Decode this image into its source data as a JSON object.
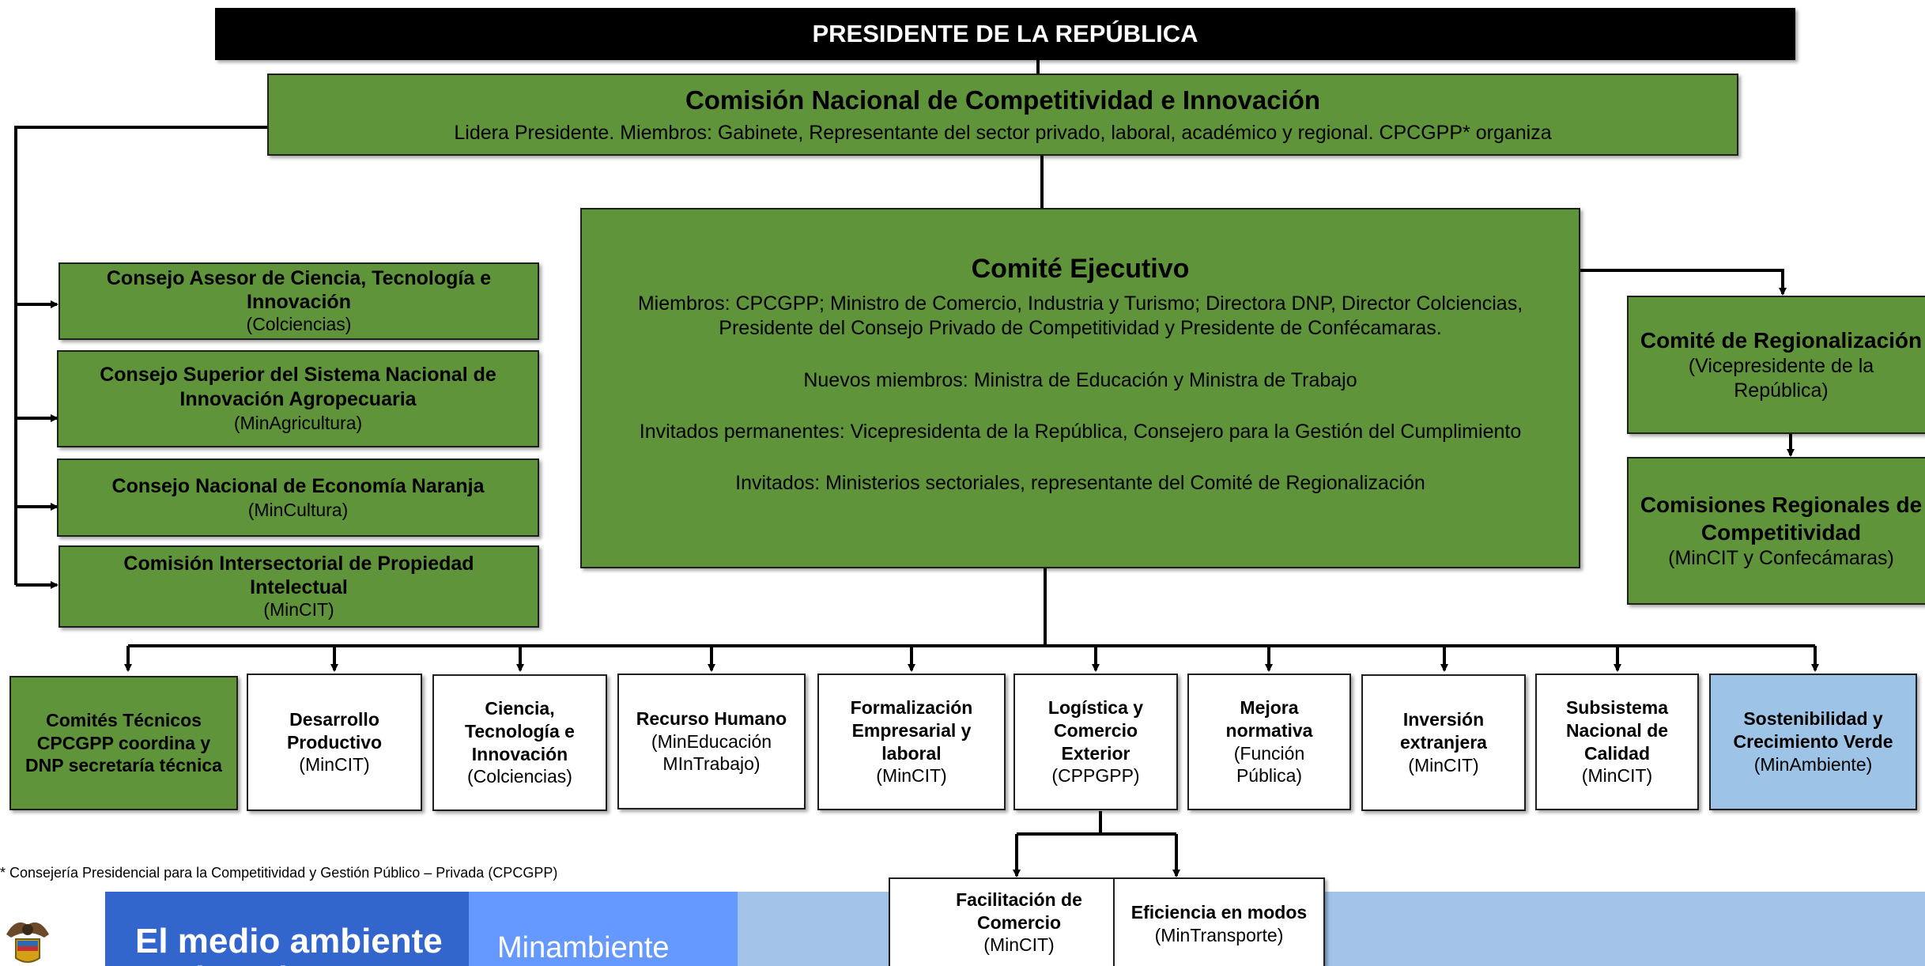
{
  "president": "PRESIDENTE DE LA REPÚBLICA",
  "comision_nacional": {
    "title": "Comisión Nacional de Competitividad e Innovación",
    "desc": "Lidera Presidente. Miembros: Gabinete, Representante del sector privado, laboral, académico y regional. CPCGPP* organiza"
  },
  "comite_ejecutivo": {
    "title": "Comité Ejecutivo",
    "members_1": "Miembros: CPCGPP; Ministro de Comercio, Industria y Turismo; Directora DNP, Director Colciencias,",
    "members_2": "Presidente del Consejo Privado de Competitividad y Presidente de Confécamaras.",
    "new_members": "Nuevos miembros: Ministra de Educación y Ministra de Trabajo",
    "permanent_guests": "Invitados permanentes: Vicepresidenta de la República, Consejero para la Gestión del Cumplimiento",
    "guests": "Invitados: Ministerios sectoriales, representante del Comité de Regionalización"
  },
  "left_councils": [
    {
      "title_1": "Consejo Asesor de Ciencia, Tecnología e",
      "title_2": "Innovación",
      "sub": "(Colciencias)"
    },
    {
      "title_1": "Consejo Superior del Sistema Nacional de",
      "title_2": "Innovación Agropecuaria",
      "sub": "(MinAgricultura)"
    },
    {
      "title_1": "Consejo Nacional de Economía Naranja",
      "title_2": "",
      "sub": "(MinCultura)"
    },
    {
      "title_1": "Comisión Intersectorial de Propiedad",
      "title_2": "Intelectual",
      "sub": "(MinCIT)"
    }
  ],
  "regional": {
    "comite_title": "Comité de Regionalización",
    "comite_sub_1": "(Vicepresidente de la",
    "comite_sub_2": "República)",
    "comisiones_title_1": "Comisiones Regionales de",
    "comisiones_title_2": "Competitividad",
    "comisiones_sub": "(MinCIT y Confecámaras)"
  },
  "committees": [
    {
      "l1": "Comités Técnicos",
      "l2": "CPCGPP coordina y",
      "l3": "DNP secretaría técnica",
      "sub1": "",
      "sub2": ""
    },
    {
      "l1": "Desarrollo",
      "l2": "Productivo",
      "l3": "",
      "sub1": "(MinCIT)",
      "sub2": ""
    },
    {
      "l1": "Ciencia,",
      "l2": "Tecnología e",
      "l3": "Innovación",
      "sub1": "(Colciencias)",
      "sub2": ""
    },
    {
      "l1": "Recurso Humano",
      "l2": "",
      "l3": "",
      "sub1": "(MinEducación",
      "sub2": "MInTrabajo)"
    },
    {
      "l1": "Formalización",
      "l2": "Empresarial y",
      "l3": "laboral",
      "sub1": "(MinCIT)",
      "sub2": ""
    },
    {
      "l1": "Logística y",
      "l2": "Comercio",
      "l3": "Exterior",
      "sub1": "(CPPGPP)",
      "sub2": ""
    },
    {
      "l1": "Mejora",
      "l2": "normativa",
      "l3": "",
      "sub1": "(Función",
      "sub2": "Pública)"
    },
    {
      "l1": "Inversión",
      "l2": "extranjera",
      "l3": "",
      "sub1": "(MinCIT)",
      "sub2": ""
    },
    {
      "l1": "Subsistema",
      "l2": "Nacional de",
      "l3": "Calidad",
      "sub1": "(MinCIT)",
      "sub2": ""
    },
    {
      "l1": "Sostenibilidad y",
      "l2": "Crecimiento Verde",
      "l3": "",
      "sub1": "(MinAmbiente)",
      "sub2": ""
    }
  ],
  "sub_committees": [
    {
      "l1": "Facilitación de",
      "l2": "Comercio",
      "sub": "(MinCIT)"
    },
    {
      "l1": "Eficiencia en modos",
      "l2": "",
      "sub": "(MinTransporte)"
    }
  ],
  "footnote": "* Consejería Presidencial para la Competitividad y Gestión Público – Privada (CPCGPP)",
  "footer": {
    "slogan_1": "El medio ambiente",
    "slogan_2": "es de todos",
    "brand": "Minambiente"
  },
  "colors": {
    "green_box": "#5f943a",
    "blue_box": "#9dc3e6",
    "header_black": "#000000",
    "footer_dark_blue": "#3366cc",
    "footer_mid_blue": "#6699ff",
    "footer_light_blue": "#a3c4e8"
  },
  "icons": [
    "colombia-coat-of-arms-icon"
  ]
}
